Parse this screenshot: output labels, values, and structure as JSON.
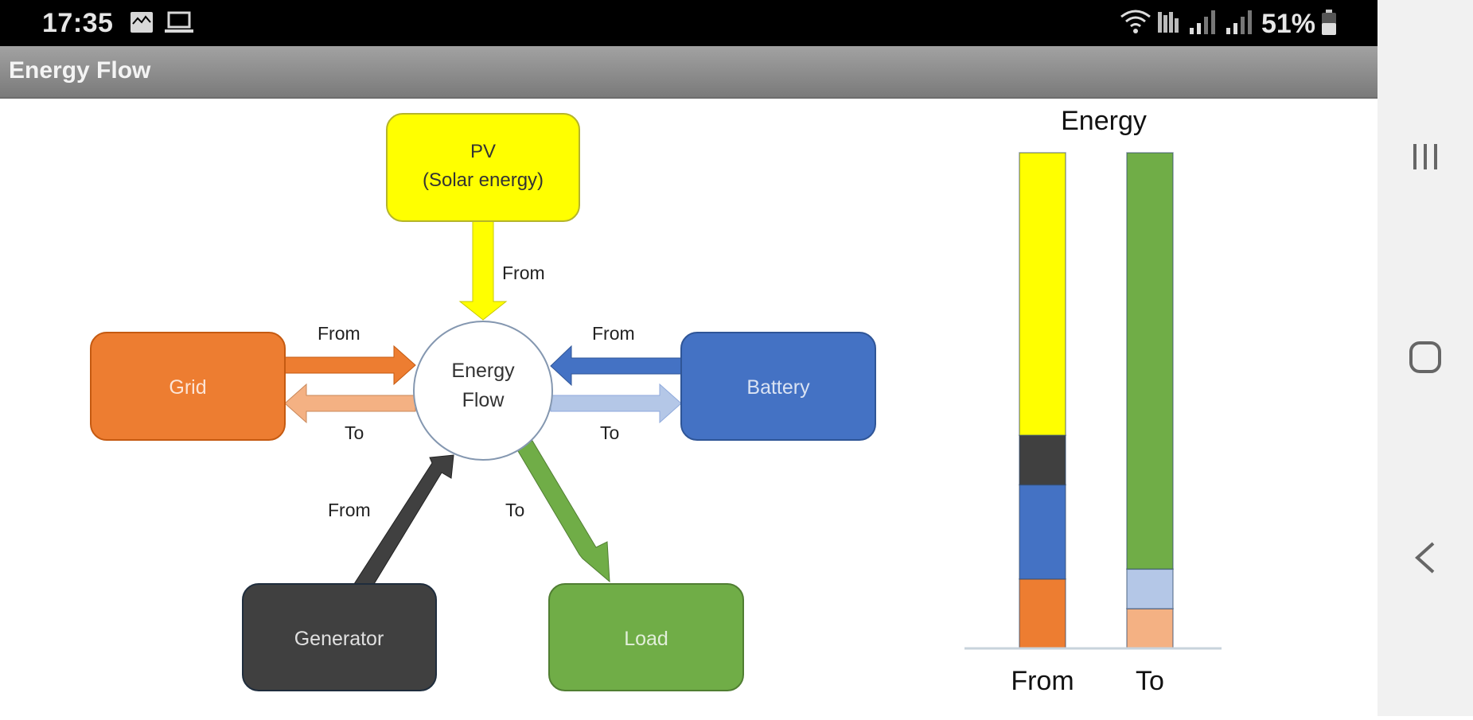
{
  "status_bar": {
    "time": "17:35",
    "left_icons": [
      "gallery-icon",
      "laptop-icon"
    ],
    "right_icons": [
      "wifi-icon",
      "volte-icon",
      "signal-icon",
      "signal-icon"
    ],
    "battery_percent": "51%"
  },
  "app_bar": {
    "title": "Energy Flow"
  },
  "diagram": {
    "center": {
      "line1": "Energy",
      "line2": "Flow"
    },
    "nodes": {
      "pv": {
        "line1": "PV",
        "line2": "(Solar energy)",
        "color": "#FFFF00",
        "text_color": "#333333"
      },
      "grid": {
        "label": "Grid",
        "color": "#ED7D31",
        "text_color": "#FCE4D6"
      },
      "battery": {
        "label": "Battery",
        "color": "#4472C4",
        "text_color": "#DAE3F3"
      },
      "generator": {
        "label": "Generator",
        "color": "#404040",
        "text_color": "#E0E0E0"
      },
      "load": {
        "label": "Load",
        "color": "#70AD47",
        "text_color": "#E2EFDA"
      }
    },
    "arrows": {
      "pv_from": {
        "label": "From",
        "color": "#FFFF00"
      },
      "grid_from": {
        "label": "From",
        "color": "#ED7D31"
      },
      "grid_to": {
        "label": "To",
        "color": "#F4B183"
      },
      "battery_from": {
        "label": "From",
        "color": "#4472C4"
      },
      "battery_to": {
        "label": "To",
        "color": "#B4C7E7"
      },
      "generator_from": {
        "label": "From",
        "color": "#404040"
      },
      "load_to": {
        "label": "To",
        "color": "#70AD47"
      }
    }
  },
  "chart_data": {
    "type": "bar",
    "stacked": true,
    "title": "Energy",
    "categories": [
      "From",
      "To"
    ],
    "xlabel": "",
    "ylabel": "",
    "unit": "fraction of total",
    "ylim": [
      0,
      1
    ],
    "grid": false,
    "legend": "none",
    "series": [
      {
        "name": "Grid from",
        "category": "From",
        "value": 0.14,
        "color": "#ED7D31"
      },
      {
        "name": "Battery from",
        "category": "From",
        "value": 0.19,
        "color": "#4472C4"
      },
      {
        "name": "Generator from",
        "category": "From",
        "value": 0.1,
        "color": "#404040"
      },
      {
        "name": "PV from",
        "category": "From",
        "value": 0.57,
        "color": "#FFFF00"
      },
      {
        "name": "Grid to",
        "category": "To",
        "value": 0.08,
        "color": "#F4B183"
      },
      {
        "name": "Battery to",
        "category": "To",
        "value": 0.08,
        "color": "#B4C7E7"
      },
      {
        "name": "Load to",
        "category": "To",
        "value": 0.84,
        "color": "#70AD47"
      }
    ]
  },
  "nav_bar": {
    "recents_label": "Recent apps",
    "home_label": "Home",
    "back_label": "Back"
  }
}
